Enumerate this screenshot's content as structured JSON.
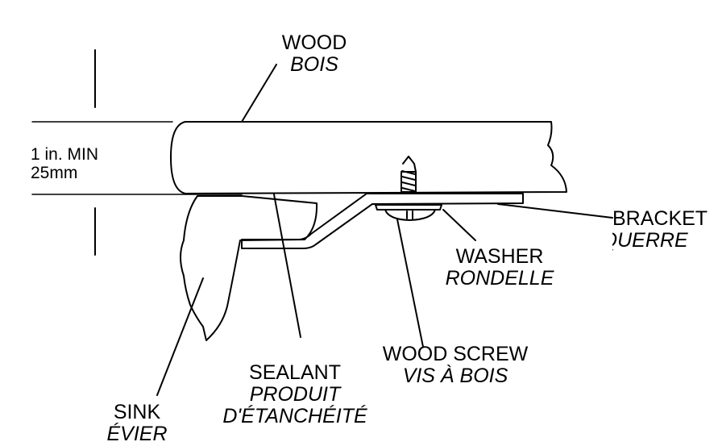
{
  "labels": {
    "wood": {
      "en": "WOOD",
      "fr": "BOIS"
    },
    "dimension": {
      "imperial": "1 in. MIN",
      "metric": "25mm"
    },
    "bracket": {
      "en": "BRACKET",
      "fr": "ÉQUERRE"
    },
    "washer": {
      "en": "WASHER",
      "fr": "RONDELLE"
    },
    "wood_screw": {
      "en": "WOOD SCREW",
      "fr": "VIS À BOIS"
    },
    "sealant": {
      "en": "SEALANT",
      "fr1": "PRODUIT",
      "fr2": "D'ÉTANCHÉITÉ"
    },
    "sink": {
      "en": "SINK",
      "fr": "ÉVIER"
    }
  },
  "colors": {
    "ink": "#000000",
    "paper": "#ffffff"
  }
}
